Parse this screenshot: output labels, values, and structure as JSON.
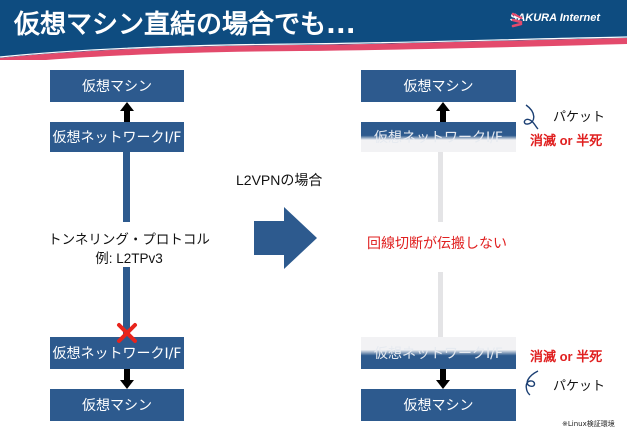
{
  "header": {
    "title": "仮想マシン直結の場合でも...",
    "logo_text": "SAKURA Internet",
    "colors": {
      "band": "#0e4c80",
      "swoosh": "#e34a6c"
    }
  },
  "left": {
    "top_box": "仮想マシン",
    "top_if_box": "仮想ネットワークI/F",
    "tunnel_label": "トンネリング・プロトコル",
    "tunnel_example": "例: L2TPv3",
    "bottom_if_box": "仮想ネットワークI/F",
    "bottom_box": "仮想マシン",
    "break_mark": "✕"
  },
  "middle": {
    "label": "L2VPNの場合"
  },
  "right": {
    "top_box": "仮想マシン",
    "top_if_box": "仮想ネットワークI/F",
    "packet_top": "パケット",
    "loss_top": "消滅 or 半死",
    "center_message": "回線切断が伝搬しない",
    "bottom_if_box": "仮想ネットワークI/F",
    "loss_bottom": "消滅 or 半死",
    "packet_bottom": "パケット",
    "bottom_box": "仮想マシン"
  },
  "footnote": "※Linux検証環境",
  "colors": {
    "box": "#2d5a8e",
    "alert": "#e02020"
  }
}
